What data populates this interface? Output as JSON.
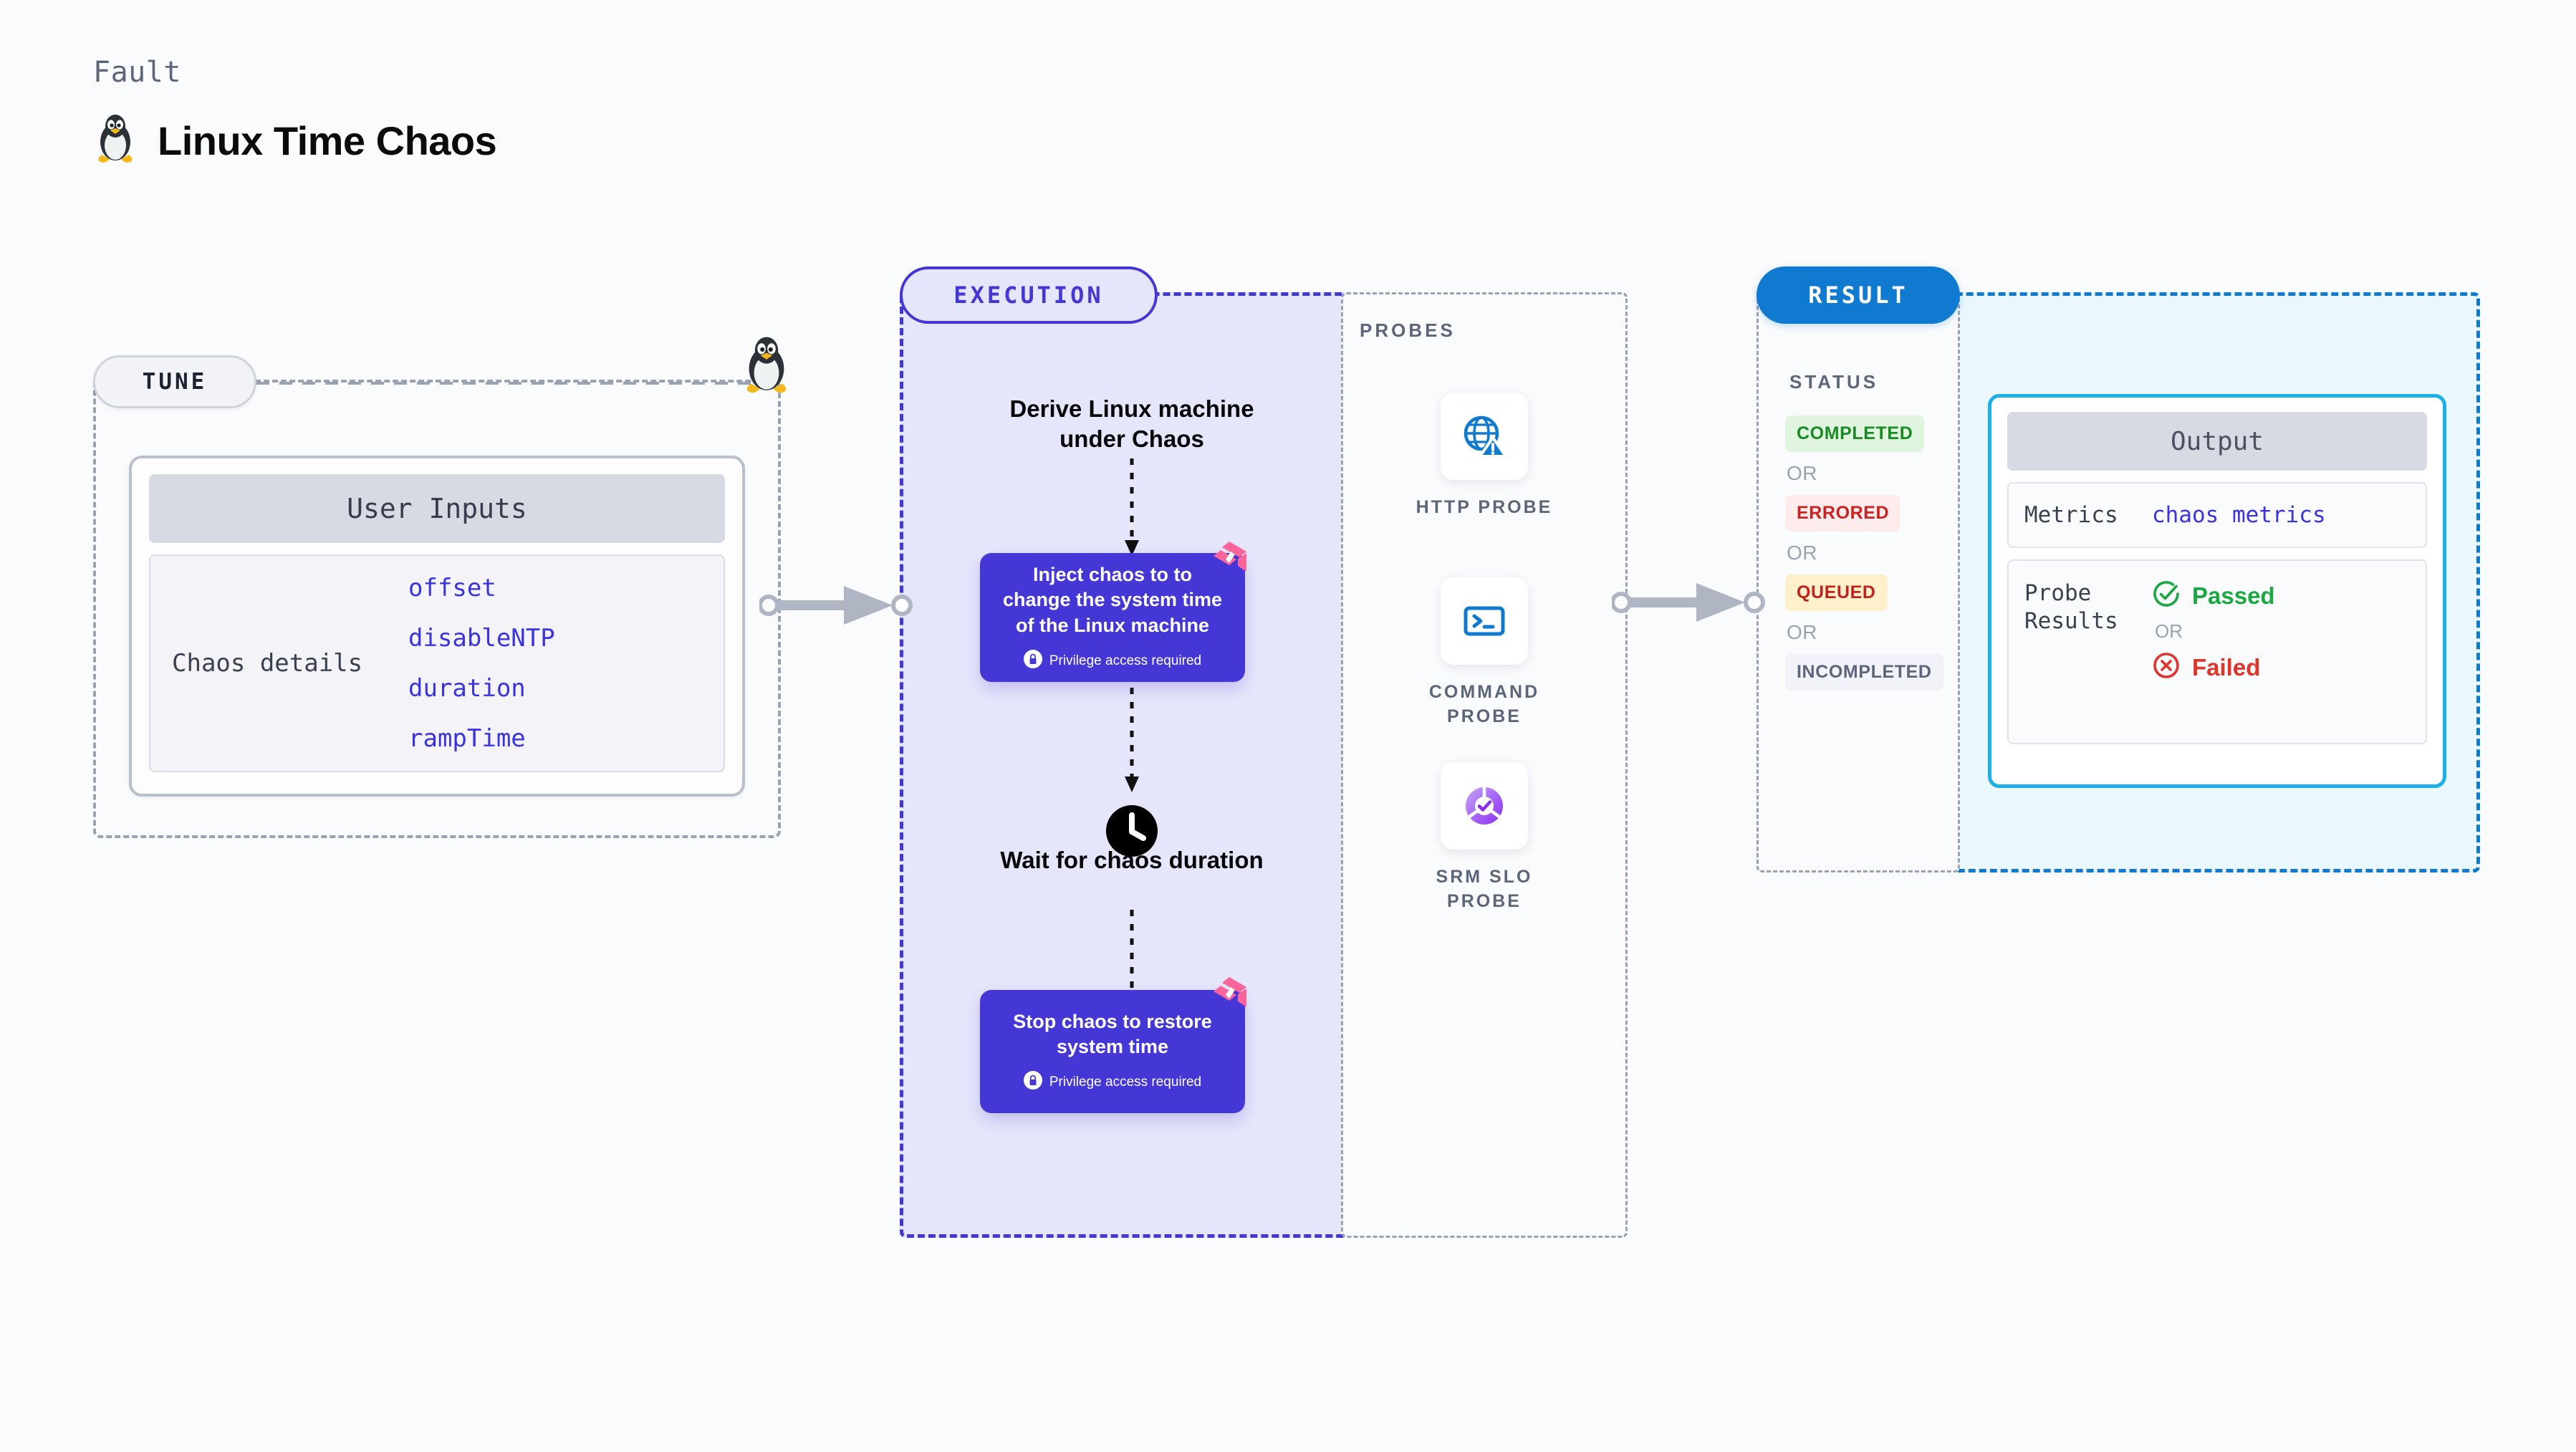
{
  "header": {
    "kicker": "Fault",
    "title": "Linux Time Chaos",
    "icon": "linux-tux-icon"
  },
  "tune": {
    "pill_label": "TUNE",
    "card_title": "User Inputs",
    "row_label": "Chaos details",
    "inputs": [
      "offset",
      "disableNTP",
      "duration",
      "rampTime"
    ],
    "edge_icon": "linux-tux-icon"
  },
  "execution": {
    "pill_label": "EXECUTION",
    "step_title": "Derive Linux machine under Chaos",
    "inject_box": {
      "text": "Inject chaos to to change the system time of the Linux machine",
      "privilege_note": "Privilege access required",
      "badge_icon": "harness-logo-icon",
      "lock_icon": "lock-icon"
    },
    "wait": {
      "icon": "clock-icon",
      "title": "Wait for chaos duration"
    },
    "stop_box": {
      "text": "Stop chaos to restore system time",
      "privilege_note": "Privilege access required",
      "badge_icon": "harness-logo-icon",
      "lock_icon": "lock-icon"
    }
  },
  "probes": {
    "section_label": "PROBES",
    "items": [
      {
        "name": "HTTP PROBE",
        "icon": "globe-warning-icon"
      },
      {
        "name": "COMMAND PROBE",
        "icon": "terminal-icon"
      },
      {
        "name": "SRM SLO PROBE",
        "icon": "slo-donut-check-icon"
      }
    ]
  },
  "result": {
    "pill_label": "RESULT",
    "status_label": "STATUS",
    "or_label": "OR",
    "statuses": [
      {
        "label": "COMPLETED",
        "bg": "#dff5df",
        "fg": "#1a8a23"
      },
      {
        "label": "ERRORED",
        "bg": "#fdeceb",
        "fg": "#cc2121"
      },
      {
        "label": "QUEUED",
        "bg": "#fdf0cb",
        "fg": "#c0231c"
      },
      {
        "label": "INCOMPLETED",
        "bg": "#f2f3f8",
        "fg": "#5c6579"
      }
    ],
    "output": {
      "title": "Output",
      "metrics_key": "Metrics",
      "metrics_value": "chaos metrics",
      "probe_results_key": "Probe Results",
      "passed_label": "Passed",
      "failed_label": "Failed",
      "or_label": "OR",
      "passed_icon": "check-circle-icon",
      "failed_icon": "x-circle-icon"
    }
  },
  "colors": {
    "indigo": "#4437d6",
    "blue": "#0f7ad0",
    "cyan": "#1cb0e8",
    "pink": "#f9649a",
    "gray_dash": "#9aa1b1",
    "exec_bg": "#e6e6fb",
    "result_bg": "#eaf8fd"
  }
}
